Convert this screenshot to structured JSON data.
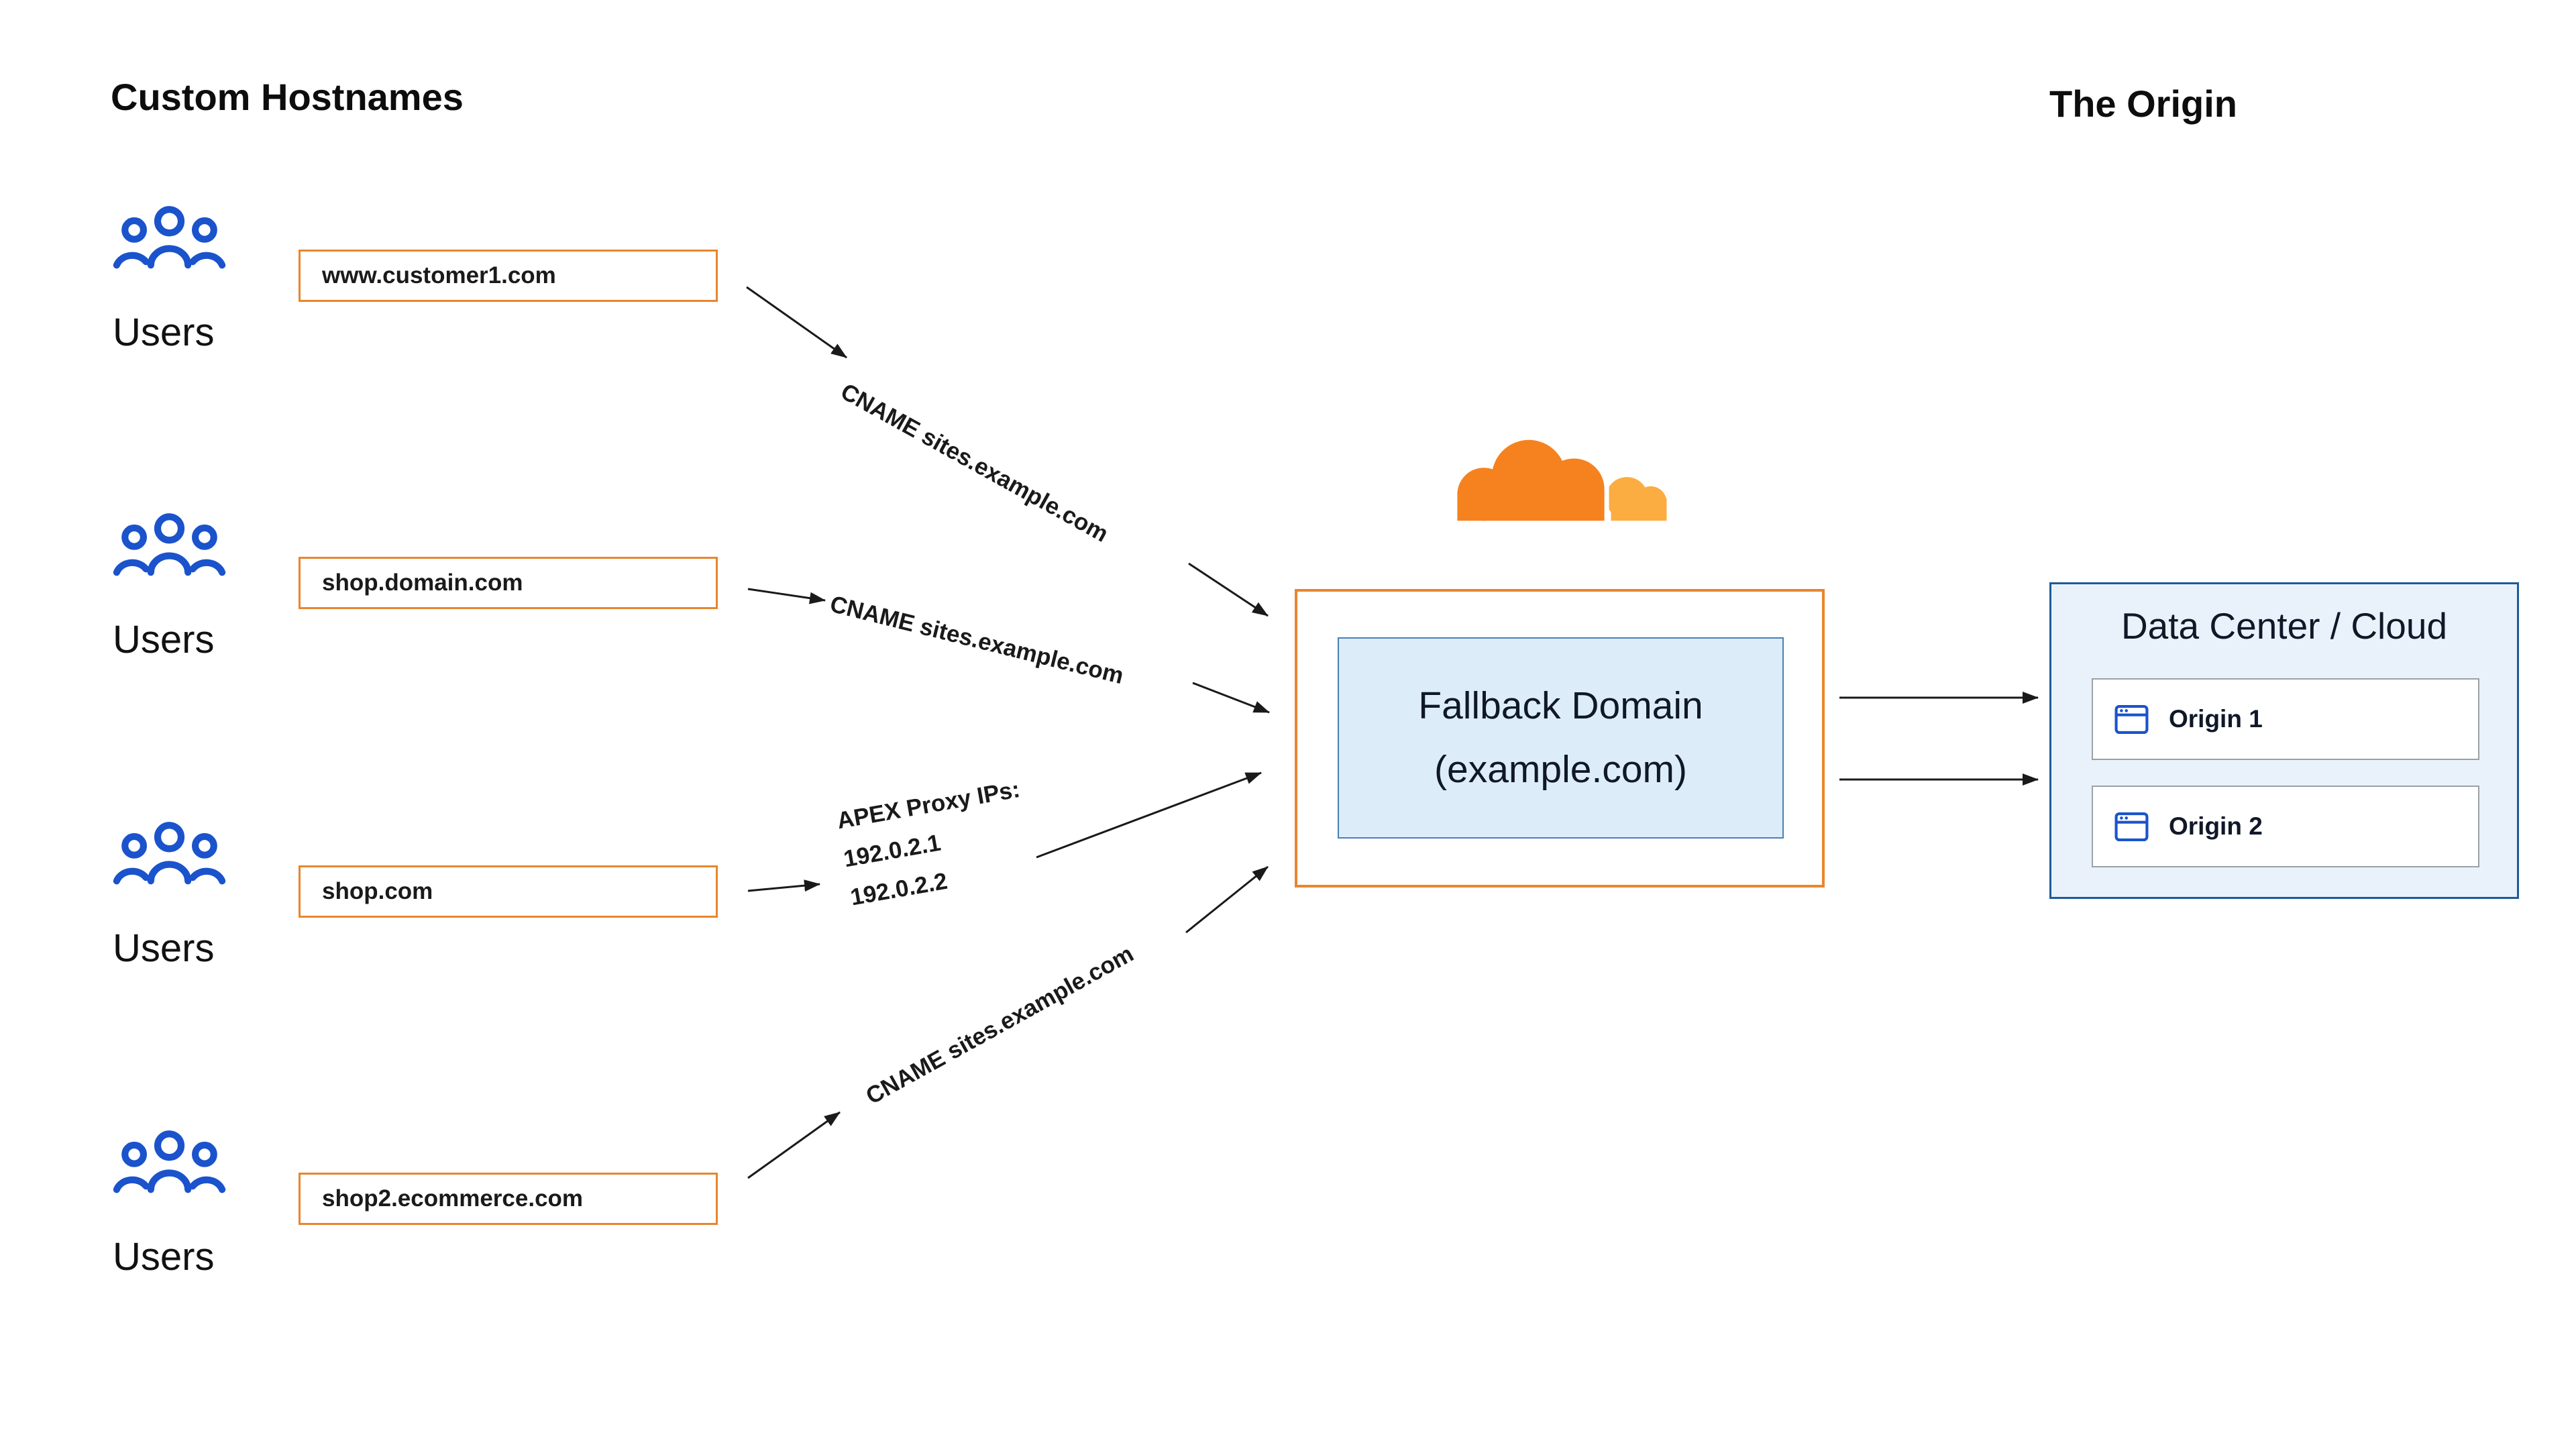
{
  "sections": {
    "custom_hostnames_title": "Custom Hostnames",
    "origin_title": "The Origin"
  },
  "groups": [
    {
      "users_label": "Users",
      "hostname": "www.customer1.com"
    },
    {
      "users_label": "Users",
      "hostname": "shop.domain.com"
    },
    {
      "users_label": "Users",
      "hostname": "shop.com"
    },
    {
      "users_label": "Users",
      "hostname": "shop2.ecommerce.com"
    }
  ],
  "connections": {
    "c1": "CNAME sites.example.com",
    "c2": "CNAME sites.example.com",
    "c3_line1": "APEX Proxy IPs:",
    "c3_line2": "192.0.2.1",
    "c3_line3": "192.0.2.2",
    "c4": "CNAME sites.example.com"
  },
  "fallback": {
    "line1": "Fallback Domain",
    "line2": "(example.com)"
  },
  "origin": {
    "box_title": "Data Center / Cloud",
    "items": [
      {
        "label": "Origin 1"
      },
      {
        "label": "Origin 2"
      }
    ]
  },
  "colors": {
    "cloudflare_orange": "#F6821F",
    "cloudflare_light_orange": "#FBAD41",
    "user_icon_blue": "#1A53CC",
    "hostname_border_orange": "#E8862D",
    "fallback_fill_blue": "#DCEDF9",
    "datacenter_fill_blue": "#E9F2FB",
    "datacenter_border_blue": "#1E5B99"
  }
}
